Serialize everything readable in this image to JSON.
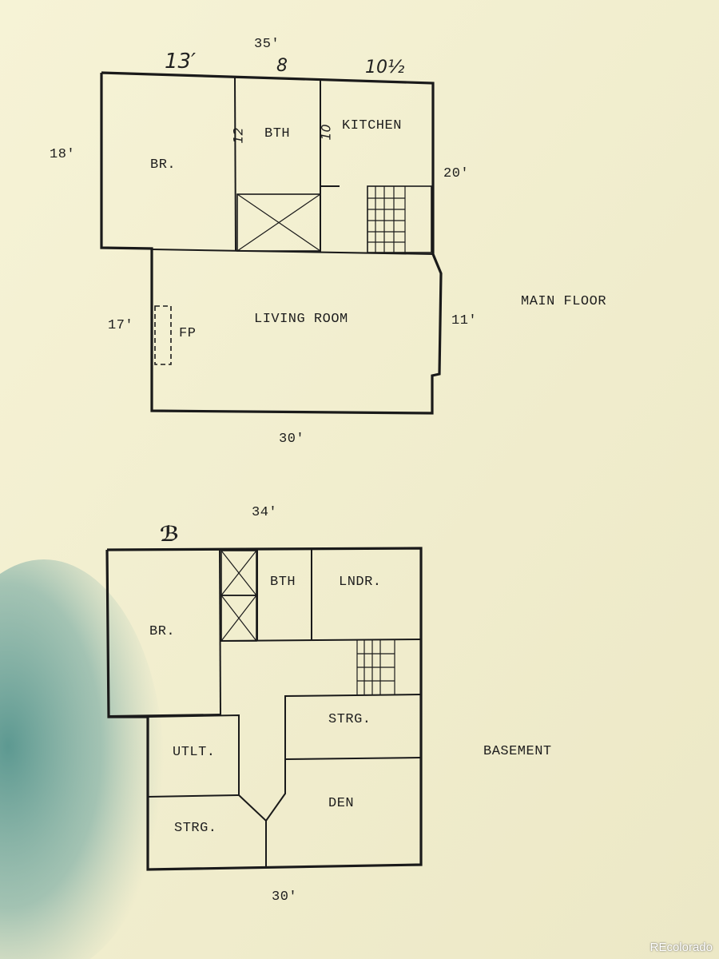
{
  "main_floor": {
    "title": "MAIN FLOOR",
    "dimensions": {
      "top": "35′",
      "left": "18′",
      "right_upper": "20′",
      "left_lower": "17′",
      "right_lower": "11′",
      "bottom": "30′"
    },
    "handwritten": {
      "br_width": "13′",
      "bth_width": "8",
      "kitchen_width": "10½",
      "bth_depth": "12",
      "kitchen_depth": "10"
    },
    "rooms": {
      "bedroom": "BR.",
      "bath": "BTH",
      "kitchen": "KITCHEN",
      "living_room": "LIVING ROOM",
      "fireplace": "FP"
    }
  },
  "basement": {
    "title": "BASEMENT",
    "dimensions": {
      "top": "34′",
      "bottom": "30′"
    },
    "rooms": {
      "bedroom": "BR.",
      "bath": "BTH",
      "laundry": "LNDR.",
      "storage_1": "STRG.",
      "utility": "UTLT.",
      "storage_2": "STRG.",
      "den": "DEN"
    }
  },
  "watermark": "REcolorado"
}
